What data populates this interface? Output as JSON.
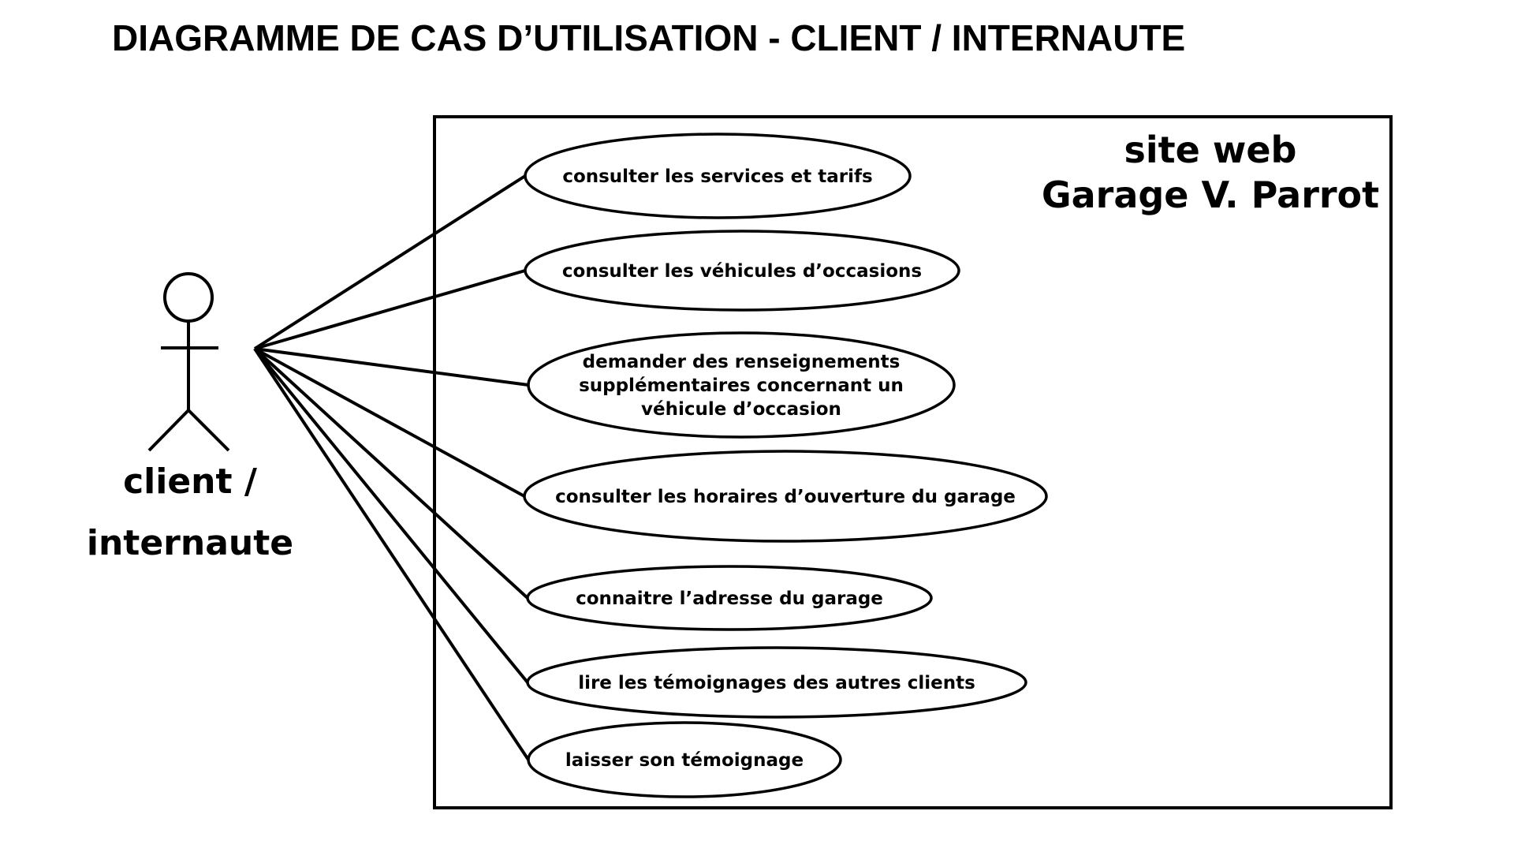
{
  "title": "DIAGRAMME DE CAS D’UTILISATION - CLIENT / INTERNAUTE",
  "system": {
    "name_line1": "site web",
    "name_line2": "Garage V. Parrot"
  },
  "actor": {
    "name_line1": "client /",
    "name_line2": "internaute"
  },
  "use_cases": [
    {
      "lines": [
        "consulter les services et tarifs"
      ]
    },
    {
      "lines": [
        "consulter les véhicules d’occasions"
      ]
    },
    {
      "lines": [
        "demander des renseignements",
        "supplémentaires concernant un",
        "véhicule d’occasion"
      ]
    },
    {
      "lines": [
        "consulter les horaires d’ouverture du garage"
      ]
    },
    {
      "lines": [
        "connaitre l’adresse du garage"
      ]
    },
    {
      "lines": [
        "lire les témoignages des autres clients"
      ]
    },
    {
      "lines": [
        "laisser son témoignage"
      ]
    }
  ],
  "colors": {
    "stroke": "#000000",
    "background": "#ffffff"
  }
}
